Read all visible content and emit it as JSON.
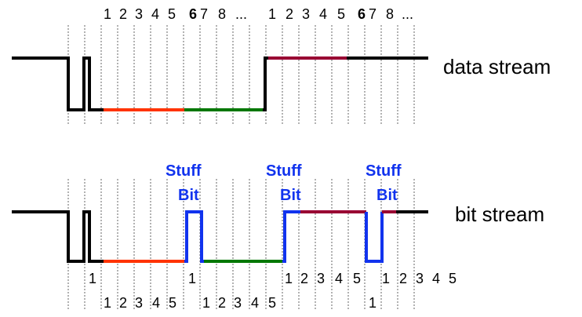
{
  "labels": {
    "data_stream": "data stream",
    "bit_stream": "bit stream",
    "stuff_bit_line1": "Stuff",
    "stuff_bit_line2": "Bit"
  },
  "top_numbers": {
    "group1": [
      "1",
      "2",
      "3",
      "4",
      "5",
      "6",
      "7",
      "8",
      "..."
    ],
    "group2": [
      "1",
      "2",
      "3",
      "4",
      "5",
      "6",
      "7",
      "8",
      "..."
    ]
  },
  "bottom_numbers": {
    "upper": [
      "1",
      "1",
      "1",
      "2",
      "3",
      "4",
      "5",
      "1",
      "2",
      "3",
      "4",
      "5"
    ],
    "lower": [
      "1",
      "2",
      "3",
      "4",
      "5",
      "1",
      "2",
      "3",
      "4",
      "5",
      "1"
    ]
  },
  "colors": {
    "line": "#000000",
    "orange": "#ff3300",
    "green": "#007700",
    "maroon": "#990033",
    "stuff_blue": "#1133ee",
    "grid": "#666666"
  }
}
